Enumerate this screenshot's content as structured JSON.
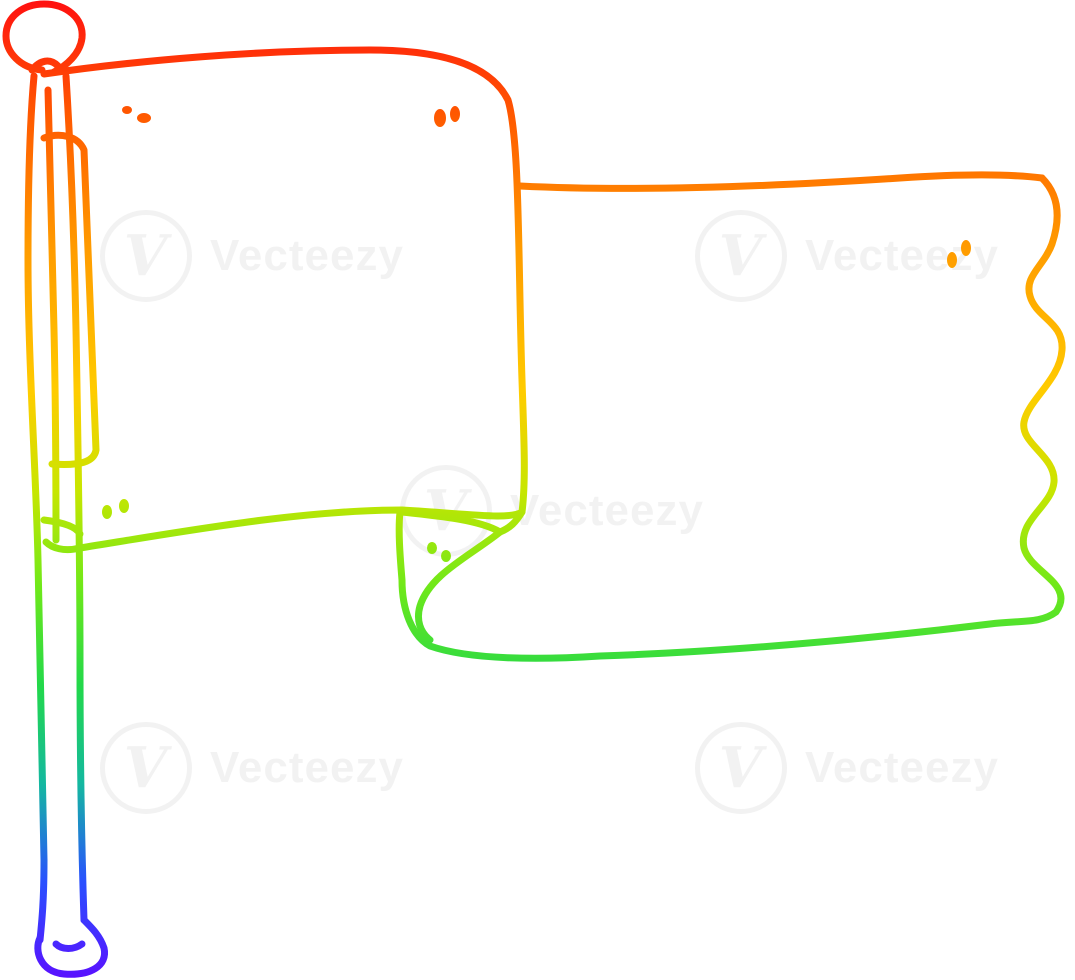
{
  "watermark": {
    "text": "Vecteezy",
    "logo_glyph": "V"
  },
  "drawing": {
    "subject": "rainbow-outline-cartoon-flag-on-pole",
    "stroke_gradient": [
      "#ff1a1a",
      "#ff6a00",
      "#ffb000",
      "#e8e800",
      "#6ee81a",
      "#1ad84a",
      "#1aa0c8",
      "#2a40ff",
      "#5a10ff"
    ]
  }
}
